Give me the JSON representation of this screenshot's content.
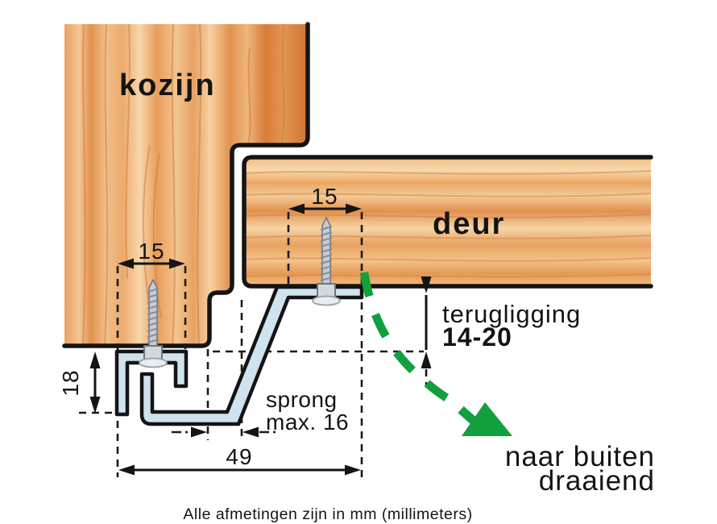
{
  "diagram": {
    "labels": {
      "frame": "kozijn",
      "door": "deur",
      "setback_label": "terugligging",
      "setback_value": "14-20",
      "step_line1": "sprong",
      "step_line2": "max. 16",
      "swing_line1": "naar buiten",
      "swing_line2": "draaiend",
      "caption": "Alle afmetingen zijn in mm (millimeters)"
    },
    "dimensions": {
      "frame_fix_width": "15",
      "door_fix_width": "15",
      "profile_height": "18",
      "total_width": "49"
    },
    "icons": {
      "swing_arrow": "green-dashed-curve-arrow",
      "frame_screw": "screw-icon",
      "door_screw": "screw-icon"
    },
    "colors": {
      "wood_light": "#f6d4a6",
      "wood_dark": "#d97f3b",
      "profile_fill": "#cfe3ef",
      "outline": "#141414",
      "arrow_green": "#129f3e",
      "background": "#ffffff"
    }
  }
}
